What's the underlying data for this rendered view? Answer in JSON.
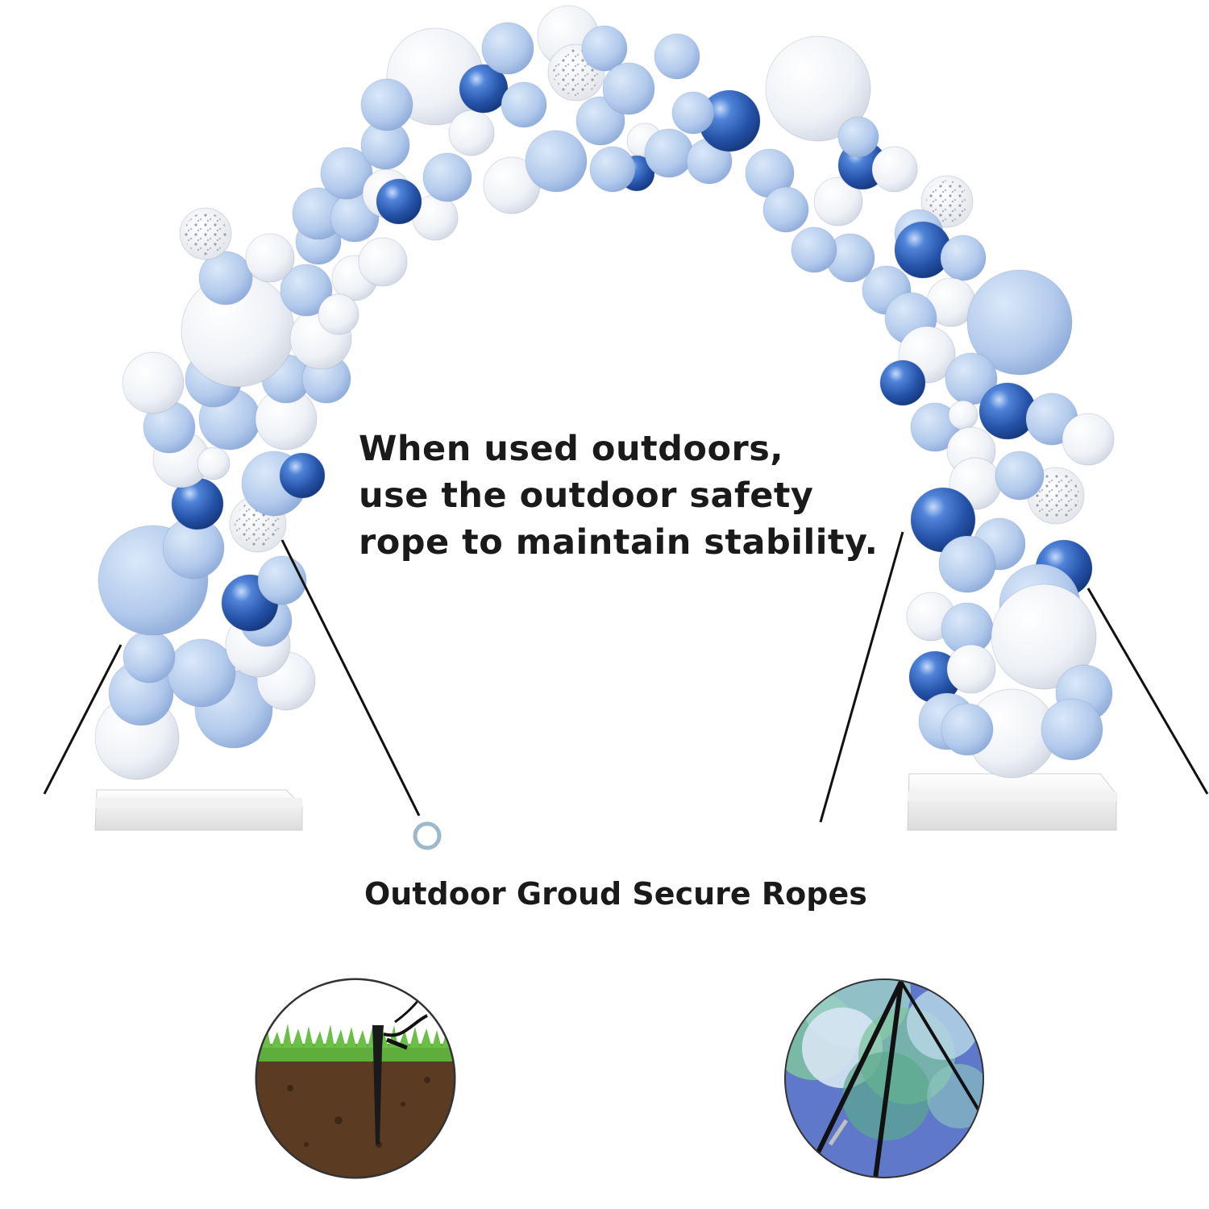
{
  "caption": {
    "line1": "When used outdoors,",
    "line2": "use the outdoor safety",
    "line3": "rope to maintain stability."
  },
  "label": "Outdoor Groud Secure Ropes",
  "colors": {
    "background": "#ffffff",
    "text": "#1a1a1a",
    "balloon_white": "#f4f6fa",
    "balloon_light_blue": "#b7cfee",
    "balloon_metallic_blue": "#2f5fb8",
    "confetti_silver": "#c9ccd4",
    "base_block": "#eeeeee",
    "rope": "#111111",
    "ring": "#8fb0c4",
    "grass": "#5aa83a",
    "soil": "#5a3b22",
    "inset_bg_blue": "#5f78c9",
    "inset_bg_green": "#7fc4a0"
  },
  "icons": [
    "balloon-arch-illustration",
    "ground-stake-inset",
    "rope-tie-inset",
    "rope-ring-icon"
  ]
}
